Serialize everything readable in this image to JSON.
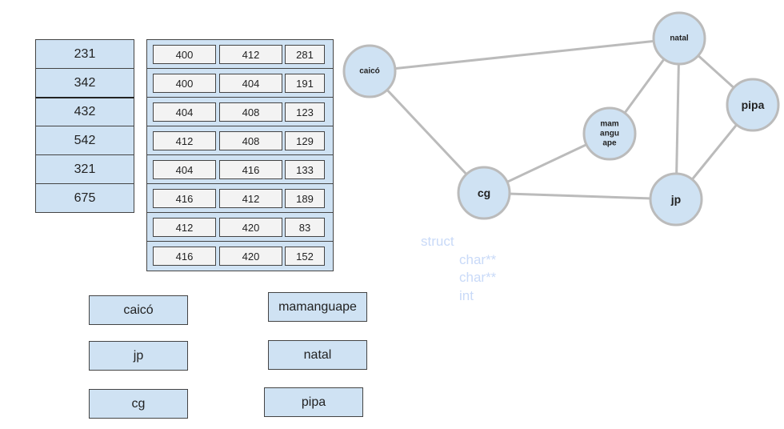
{
  "left_values": [
    "231",
    "342",
    "432",
    "542",
    "321",
    "675"
  ],
  "edges_table": [
    [
      "400",
      "412",
      "281"
    ],
    [
      "400",
      "404",
      "191"
    ],
    [
      "404",
      "408",
      "123"
    ],
    [
      "412",
      "408",
      "129"
    ],
    [
      "404",
      "416",
      "133"
    ],
    [
      "416",
      "412",
      "189"
    ],
    [
      "412",
      "420",
      "83"
    ],
    [
      "416",
      "420",
      "152"
    ]
  ],
  "name_boxes": [
    "caicó",
    "jp",
    "cg",
    "mamanguape",
    "natal",
    "pipa"
  ],
  "struct_text": {
    "keyword": "struct",
    "fields": [
      "char**",
      "char**",
      "int"
    ]
  },
  "graph": {
    "nodes": [
      {
        "id": "caico",
        "label_lines": [
          "caicó"
        ]
      },
      {
        "id": "natal",
        "label_lines": [
          "natal"
        ]
      },
      {
        "id": "mamanguape",
        "label_lines": [
          "mam",
          "angu",
          "ape"
        ]
      },
      {
        "id": "pipa",
        "label_lines": [
          "pipa"
        ]
      },
      {
        "id": "cg",
        "label_lines": [
          "cg"
        ]
      },
      {
        "id": "jp",
        "label_lines": [
          "jp"
        ]
      }
    ],
    "edges": [
      [
        "caico",
        "natal"
      ],
      [
        "caico",
        "cg"
      ],
      [
        "natal",
        "mamanguape"
      ],
      [
        "natal",
        "pipa"
      ],
      [
        "natal",
        "jp"
      ],
      [
        "mamanguape",
        "cg"
      ],
      [
        "cg",
        "jp"
      ],
      [
        "pipa",
        "jp"
      ]
    ]
  },
  "colors": {
    "box_fill": "#cfe2f3",
    "cell_fill": "#f3f3f3",
    "node_fill": "#cfe2f3",
    "node_stroke": "#bbbbbb",
    "edge": "#bbbbbb",
    "struct_text": "#c9daf8"
  }
}
